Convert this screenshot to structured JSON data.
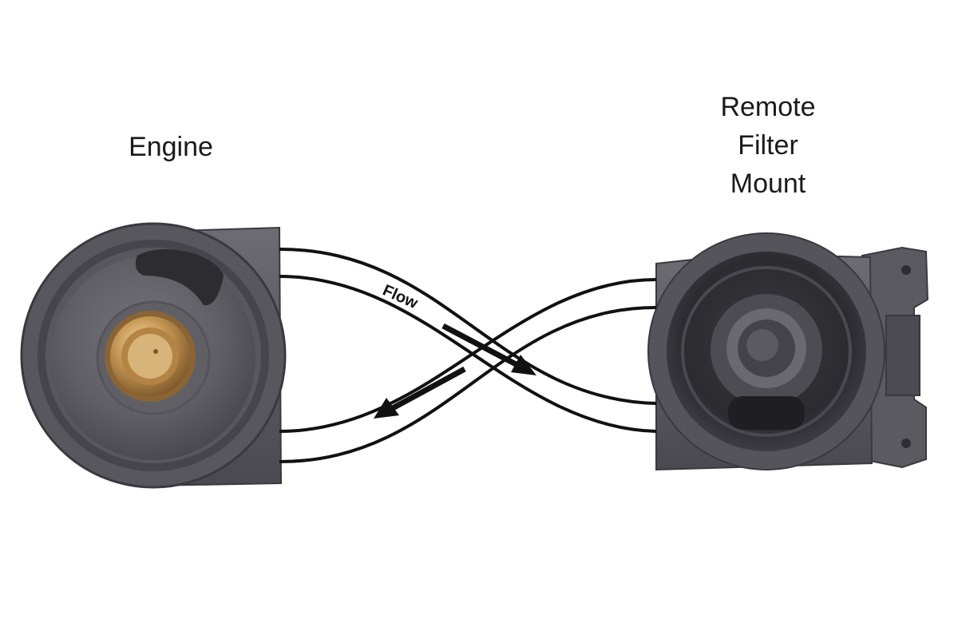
{
  "labels": {
    "engine": "Engine",
    "remote_line1": "Remote",
    "remote_line2": "Filter",
    "remote_line3": "Mount",
    "flow": "Flow"
  },
  "colors": {
    "background": "#ffffff",
    "metal_dark": "#3c3b40",
    "metal_mid": "#5a5960",
    "metal_light": "#7a7980",
    "brass": "#c9a060",
    "hose_stroke": "#111111",
    "arrow": "#111111"
  },
  "icons": {
    "engine_adapter": "engine-filter-adapter",
    "remote_mount": "remote-filter-mount",
    "flow_arrow_out": "flow-arrow-right",
    "flow_arrow_return": "flow-arrow-left"
  }
}
